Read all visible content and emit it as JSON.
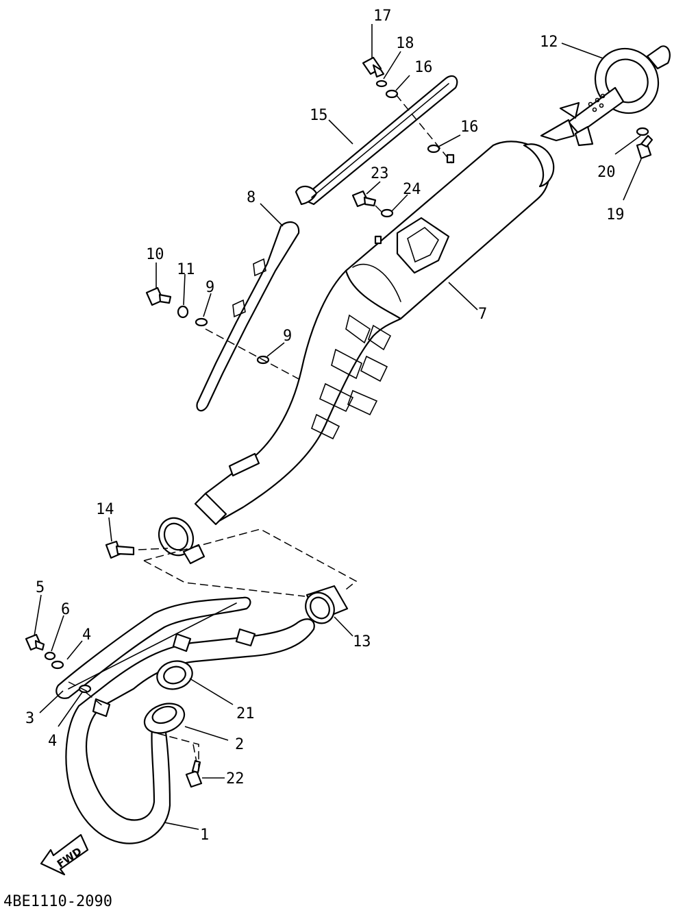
{
  "diagram": {
    "code": "4BE1110-2090",
    "direction_label": "FWD",
    "callouts": {
      "c1": "1",
      "c2": "2",
      "c3": "3",
      "c4a": "4",
      "c4b": "4",
      "c5": "5",
      "c6": "6",
      "c7": "7",
      "c8": "8",
      "c9a": "9",
      "c9b": "9",
      "c10": "10",
      "c11": "11",
      "c12": "12",
      "c13": "13",
      "c14": "14",
      "c15": "15",
      "c16a": "16",
      "c16b": "16",
      "c17": "17",
      "c18": "18",
      "c19": "19",
      "c20": "20",
      "c21": "21",
      "c22": "22",
      "c23": "23",
      "c24": "24"
    }
  }
}
